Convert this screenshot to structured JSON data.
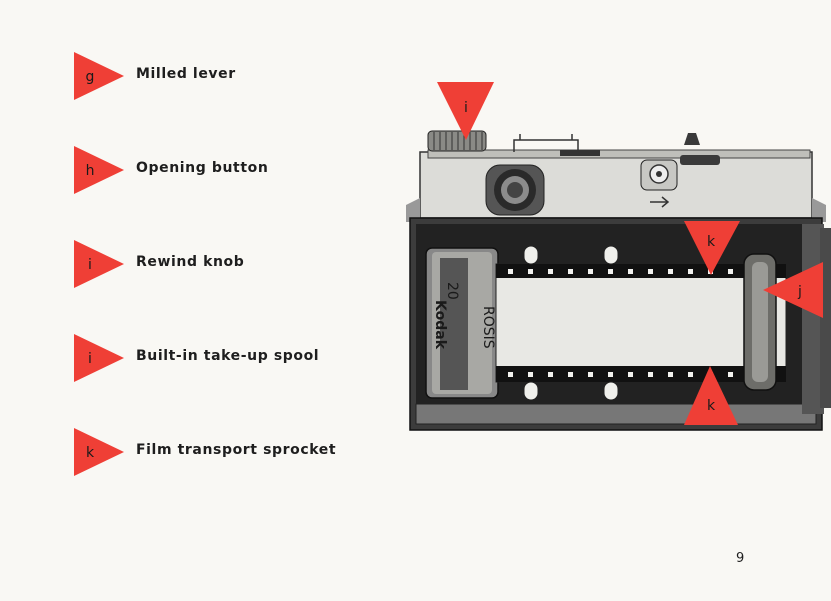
{
  "legend": [
    {
      "letter": "g",
      "label": "Milled lever"
    },
    {
      "letter": "h",
      "label": "Opening button"
    },
    {
      "letter": "i",
      "label": "Rewind knob"
    },
    {
      "letter": "i",
      "label": "Built-in take-up spool"
    },
    {
      "letter": "k",
      "label": "Film transport sprocket"
    }
  ],
  "figure": {
    "markers": [
      {
        "letter": "i",
        "direction": "down"
      },
      {
        "letter": "k",
        "direction": "down"
      },
      {
        "letter": "j",
        "direction": "left"
      },
      {
        "letter": "k",
        "direction": "up"
      }
    ],
    "cassette": {
      "number": "20",
      "brand": "Kodak",
      "code": "ROSIS"
    }
  },
  "page_number": "9",
  "colors": {
    "marker_red": "#ef3f36",
    "paper": "#f9f8f4",
    "ink": "#1e1e1e"
  }
}
